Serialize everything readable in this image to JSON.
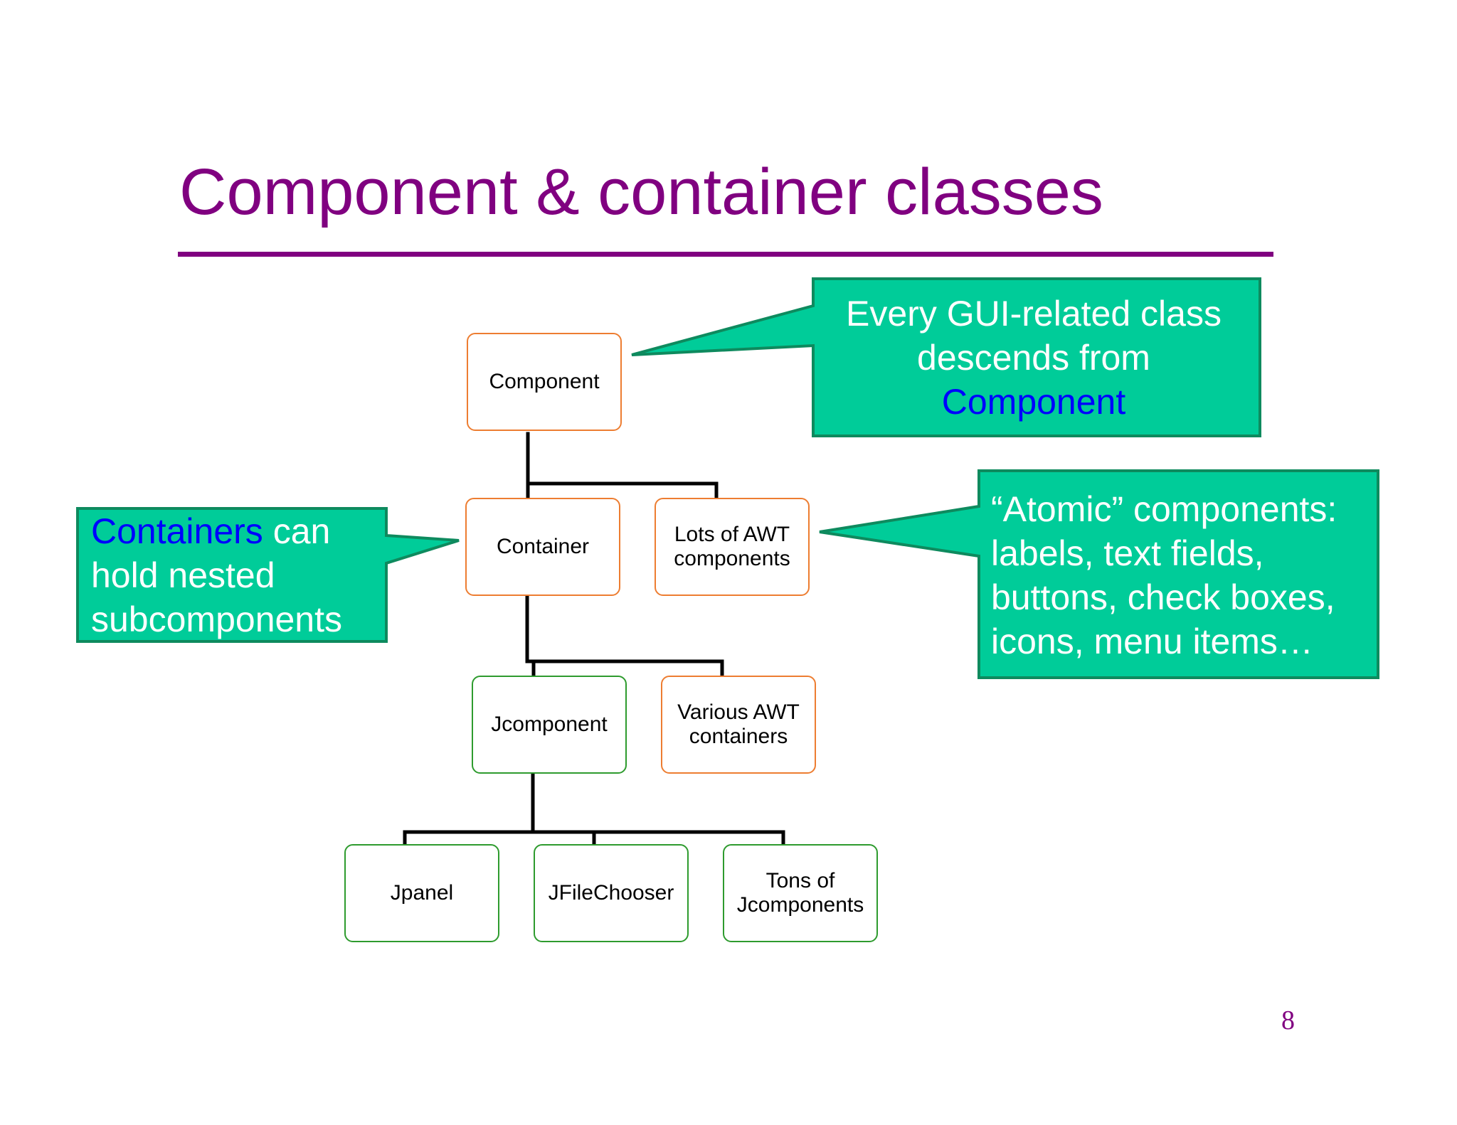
{
  "slide": {
    "title": "Component & container classes",
    "page_number": "8"
  },
  "colors": {
    "title": "#800080",
    "rule": "#800080",
    "callout_fill": "#00CC99",
    "callout_border": "#0E8A5E",
    "callout_text": "#FFFFFF",
    "highlight_text": "#0000FF",
    "awt_border": "#ED7D31",
    "swing_border": "#2E9B2E",
    "connector": "#000000",
    "page_number": "#800080"
  },
  "nodes": {
    "component": {
      "lines": [
        "Component"
      ]
    },
    "container": {
      "lines": [
        "Container"
      ]
    },
    "lots_awt": {
      "lines": [
        "Lots of AWT",
        "components"
      ]
    },
    "jcomponent": {
      "lines": [
        "Jcomponent"
      ]
    },
    "various_awt": {
      "lines": [
        "Various AWT",
        "containers"
      ]
    },
    "jpanel": {
      "lines": [
        "Jpanel"
      ]
    },
    "jfilechooser": {
      "lines": [
        "JFileChooser"
      ]
    },
    "tons_j": {
      "lines": [
        "Tons of",
        "Jcomponents"
      ]
    }
  },
  "callouts": {
    "component_note": {
      "line1": "Every GUI-related class",
      "line2": "descends from",
      "line3_highlight": "Component"
    },
    "containers_note": {
      "line1_highlight": "Containers",
      "line1_rest": " can",
      "line2": "hold nested",
      "line3": "subcomponents"
    },
    "atomic_note": {
      "line1": "“Atomic” components:",
      "line2": "labels, text fields,",
      "line3": "buttons, check boxes,",
      "line4": "icons, menu items…"
    }
  }
}
